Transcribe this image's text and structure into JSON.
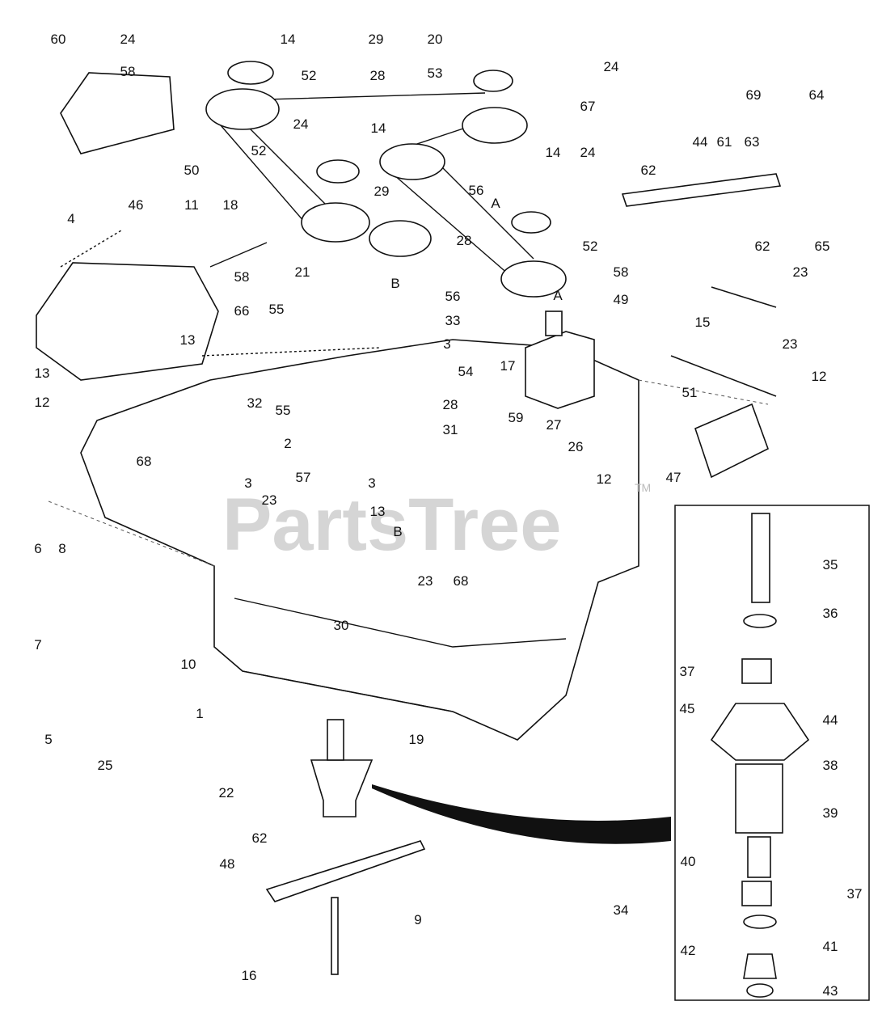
{
  "watermark": {
    "text": "PartsTree",
    "trademark": "TM"
  },
  "callouts": [
    "60",
    "24",
    "14",
    "52",
    "58",
    "29",
    "28",
    "20",
    "53",
    "24",
    "67",
    "69",
    "64",
    "24",
    "14",
    "50",
    "52",
    "14",
    "24",
    "44",
    "61",
    "63",
    "62",
    "56",
    "A",
    "29",
    "4",
    "46",
    "11",
    "18",
    "58",
    "28",
    "52",
    "62",
    "65",
    "21",
    "58",
    "23",
    "55",
    "B",
    "56",
    "49",
    "A",
    "15",
    "33",
    "13",
    "13",
    "3",
    "66",
    "54",
    "17",
    "23",
    "12",
    "51",
    "12",
    "32",
    "55",
    "28",
    "59",
    "31",
    "27",
    "26",
    "12",
    "2",
    "68",
    "57",
    "3",
    "3",
    "47",
    "23",
    "13",
    "B",
    "23",
    "68",
    "6",
    "8",
    "35",
    "36",
    "7",
    "10",
    "30",
    "37",
    "44",
    "1",
    "5",
    "25",
    "45",
    "19",
    "38",
    "22",
    "39",
    "62",
    "40",
    "48",
    "37",
    "9",
    "34",
    "41",
    "42",
    "16",
    "43"
  ],
  "colors": {
    "line": "#111111",
    "watermark": "#c8c8c8"
  }
}
